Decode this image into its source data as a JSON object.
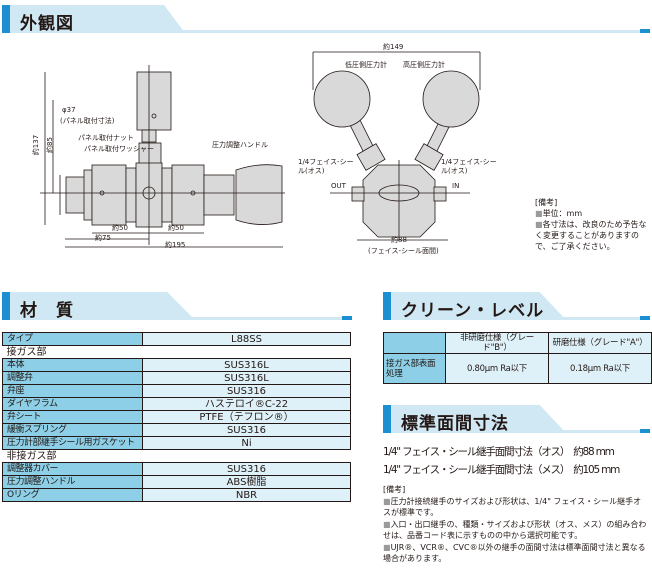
{
  "sections": {
    "appearance": "外観図",
    "materials": "材　質",
    "clean": "クリーン・レベル",
    "facedim": "標準面間寸法"
  },
  "drawing_side": {
    "d37": "φ37",
    "d37_note": "(パネル取付寸法)",
    "panel_nut": "パネル取付ナット",
    "panel_washer": "パネル取付ワッシャー",
    "handle": "圧力調整ハンドル",
    "h137": "約137",
    "h85": "約85",
    "w50a": "約50",
    "w50b": "約50",
    "w75": "約75",
    "w195": "約195"
  },
  "drawing_front": {
    "w149": "約149",
    "low_gauge": "低圧側圧力計",
    "high_gauge": "高圧側圧力計",
    "fs_left": "1/4フェイス-シール(オス)",
    "fs_right": "1/4フェイス-シール(オス)",
    "out": "OUT",
    "in": "IN",
    "w88": "約88",
    "w88_note": "(フェイス-シール面間)"
  },
  "remarks_top": {
    "title": "[備考]",
    "items": [
      "単位：mm",
      "各寸法は、改良のため予告なく変更することがありますので、ご了承ください。"
    ]
  },
  "materials": {
    "type_label": "タイプ",
    "type_value": "L88SS",
    "wetted_label": "接ガス部",
    "wetted": [
      {
        "k": "本体",
        "v": "SUS316L"
      },
      {
        "k": "調整弁",
        "v": "SUS316L"
      },
      {
        "k": "弁座",
        "v": "SUS316"
      },
      {
        "k": "ダイヤフラム",
        "v": "ハステロイ®C-22"
      },
      {
        "k": "弁シート",
        "v": "PTFE（テフロン®）"
      },
      {
        "k": "緩衝スプリング",
        "v": "SUS316"
      },
      {
        "k": "圧力計部継手シール用ガスケット",
        "v": "Ni"
      }
    ],
    "nonwetted_label": "非接ガス部",
    "nonwetted": [
      {
        "k": "調整器カバー",
        "v": "SUS316"
      },
      {
        "k": "圧力調整ハンドル",
        "v": "ABS樹脂"
      },
      {
        "k": "Oリング",
        "v": "NBR"
      }
    ]
  },
  "clean": {
    "col_b": "非研磨仕様（グレード\"B\"）",
    "col_a": "研磨仕様（グレード\"A\"）",
    "row_label": "接ガス部表面処理",
    "b_value": "0.80μm Ra以下",
    "a_value": "0.18μm Ra以下"
  },
  "facedim": {
    "male": "1/4\" フェイス・シール継手面間寸法（オス）　約88 mm",
    "female": "1/4\" フェイス・シール継手面間寸法（メス）　約105 mm"
  },
  "remarks_bottom": {
    "title": "[備考]",
    "items": [
      "圧力計接続継手のサイズおよび形状は、1/4\" フェイス・シール継手オスが標準です。",
      "入口・出口継手の、種類・サイズおよび形状（オス、メス）の組み合わせは、品番コード表に示すものの中から選択可能です。",
      "UJR®、VCR®、CVC®以外の継手の面間寸法は標準面間寸法と異なる場合があります。"
    ]
  }
}
